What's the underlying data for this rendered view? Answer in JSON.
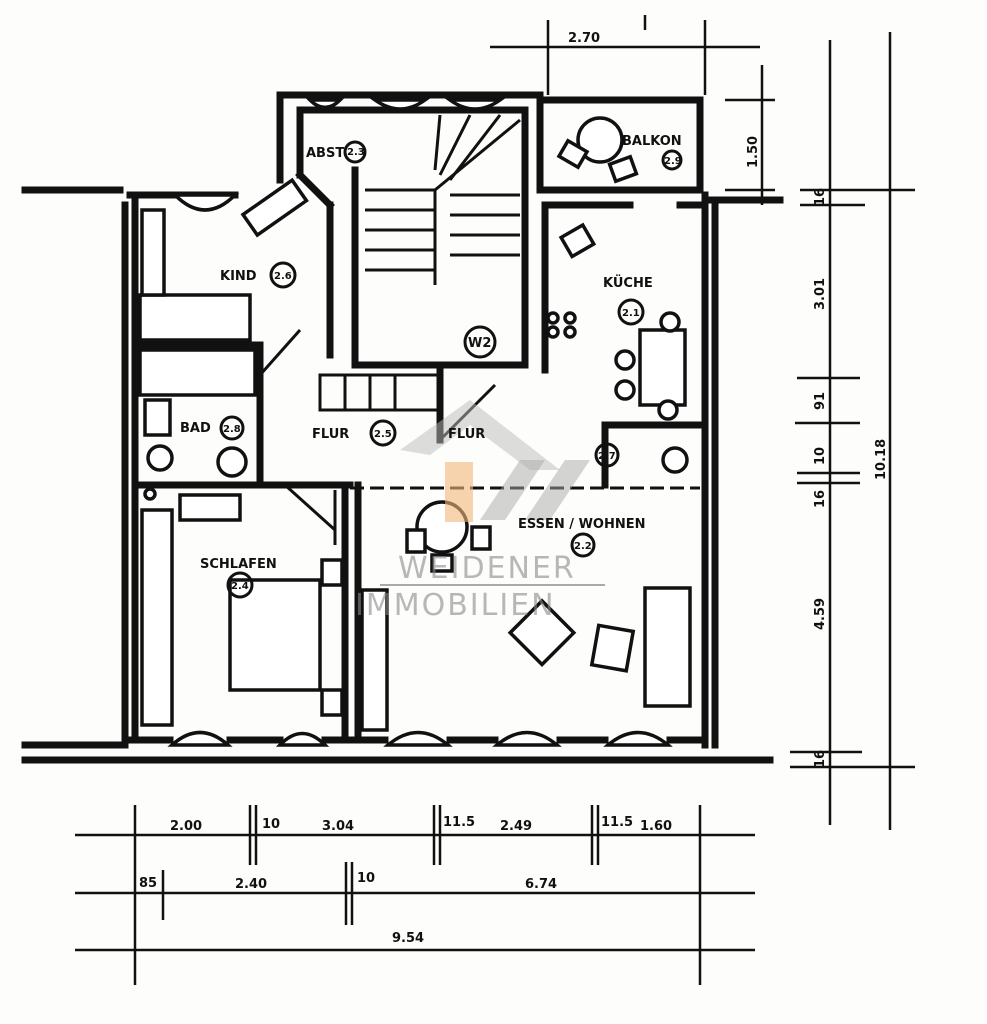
{
  "rooms": {
    "kind": {
      "label": "KIND",
      "no": "2.6"
    },
    "abst": {
      "label": "ABST",
      "no": "2.3"
    },
    "balkon": {
      "label": "BALKON",
      "no": "2.9"
    },
    "kueche": {
      "label": "KÜCHE",
      "no": "2.1"
    },
    "stair": {
      "label": "W2"
    },
    "flur1": {
      "label": "FLUR",
      "no": "2.5"
    },
    "flur2": {
      "label": "FLUR"
    },
    "bad": {
      "label": "BAD",
      "no": "2.8"
    },
    "wc": {
      "no": "2.7"
    },
    "schlafen": {
      "label": "SCHLAFEN",
      "no": "2.4"
    },
    "wohnen": {
      "label": "ESSEN / WOHNEN",
      "no": "2.2"
    }
  },
  "watermark": {
    "line1": "WEIDENER",
    "line2": "IMMOBILIEN",
    "accent": "#f2b77a"
  },
  "dimensions": {
    "top": "2.70",
    "balcony_depth": "1.50",
    "right": [
      "16",
      "3.01",
      "91",
      "10",
      "16",
      "4.59",
      "16"
    ],
    "right_total": "10.18",
    "row1": [
      "2.00",
      "10",
      "3.04",
      "11.5",
      "2.49",
      "11.5",
      "1.60"
    ],
    "row2": [
      "85",
      "2.40",
      "10",
      "6.74"
    ],
    "total": "9.54"
  }
}
